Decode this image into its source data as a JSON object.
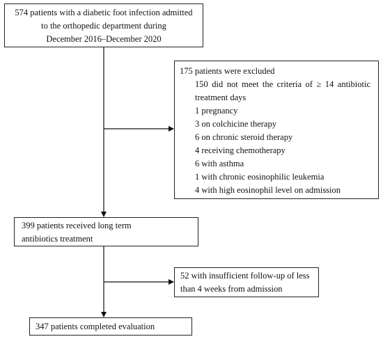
{
  "top_box": {
    "lines": [
      "574 patients with a diabetic foot infection admitted",
      "to the orthopedic department during",
      "December 2016–December 2020"
    ]
  },
  "excluded_box": {
    "title": "175 patients were excluded",
    "items": [
      "150 did not meet the criteria of ≥ 14 antibiotic treatment days",
      "1 pregnancy",
      "3 on colchicine therapy",
      "6 on chronic steroid therapy",
      "4 receiving chemotherapy",
      "6 with asthma",
      "1 with chronic eosinophilic leukemia",
      "4 with high eosinophil level on admission"
    ]
  },
  "received_box": {
    "lines": [
      "399 patients received long term",
      "antibiotics treatment"
    ]
  },
  "followup_box": {
    "lines": [
      "52 with insufficient follow-up of less",
      "than 4 weeks from admission"
    ]
  },
  "completed_box": {
    "text": "347 patients completed evaluation"
  }
}
